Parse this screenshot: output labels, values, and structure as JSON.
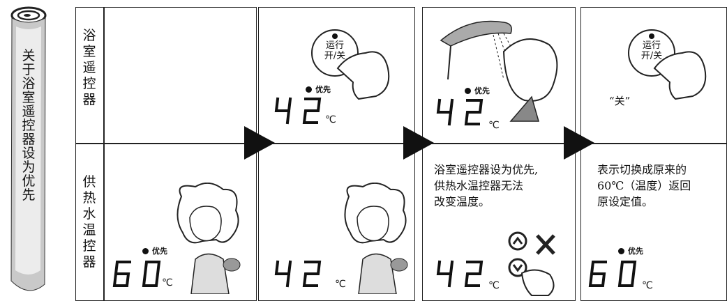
{
  "title_scroll": {
    "text": "关于浴室遥控器设为优先"
  },
  "row_labels": {
    "bathroom": "浴室遥控器",
    "supply": "供热水温控器"
  },
  "panels": {
    "p1_bottom": {
      "temp": "60",
      "unit": "℃",
      "priority": "优先"
    },
    "p2_top": {
      "temp": "42",
      "unit": "℃",
      "priority": "优先",
      "button": "运行\n开/关"
    },
    "p2_bottom": {
      "temp": "42",
      "unit": "℃"
    },
    "p3_top": {
      "temp": "42",
      "unit": "℃",
      "priority": "优先"
    },
    "p3_bottom": {
      "temp": "42",
      "unit": "℃",
      "note": "浴室遥控器设为优先,\n供热水温控器无法\n改变温度。"
    },
    "p4_top": {
      "button": "运行\n开/关",
      "quote": "“关”"
    },
    "p4_bottom": {
      "temp": "60",
      "unit": "℃",
      "priority": "优先",
      "note": "表示切换成原来的\n60℃（温度）返回\n原设定值。"
    }
  }
}
